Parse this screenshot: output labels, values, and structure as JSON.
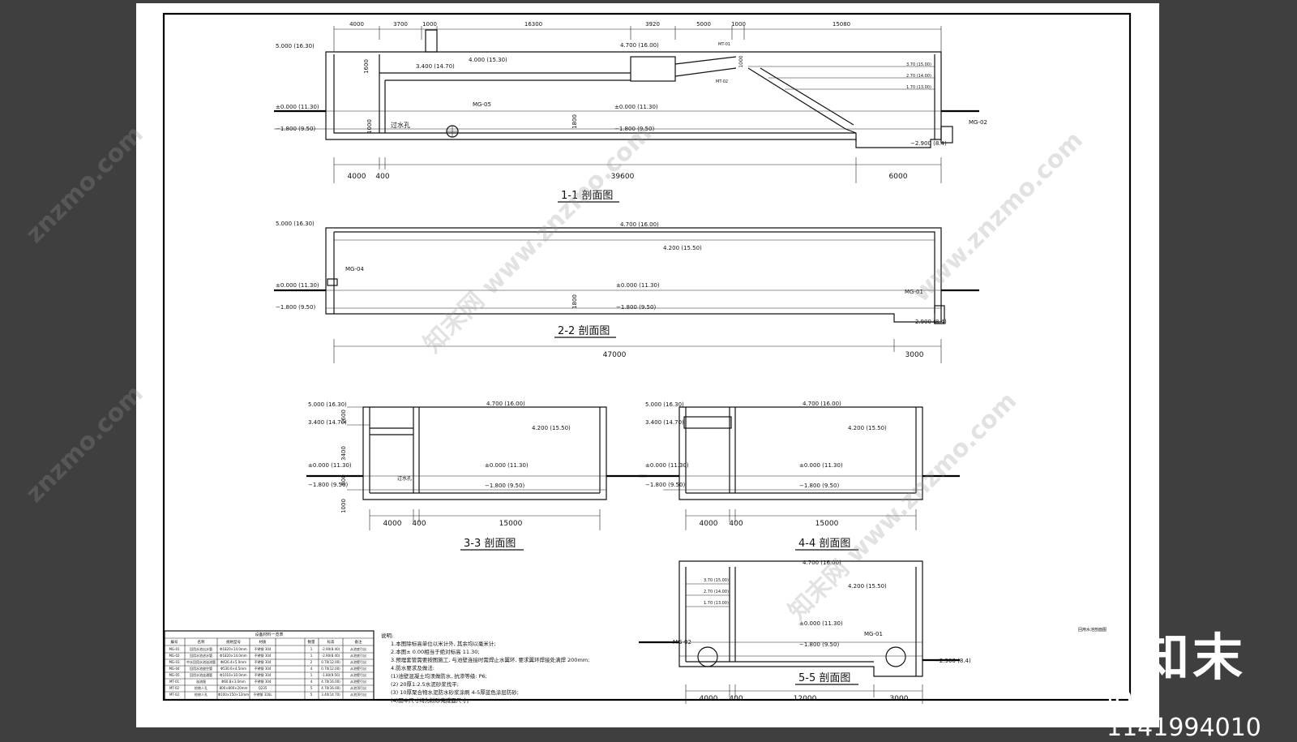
{
  "sections": {
    "s11": {
      "title": "1-1  剖面图",
      "top_dims": [
        "4000",
        "3700",
        "1000",
        "16300",
        "3920",
        "5000",
        "1000",
        "15080"
      ],
      "bottom_dims": [
        "4000",
        "400",
        "39600",
        "6000"
      ],
      "elev_left": [
        "5.000 (16.30)",
        "±0.000 (11.30)",
        "−1.800 (9.50)"
      ],
      "elev_inner": [
        "4.000 (15.30)",
        "3.400 (14.70)",
        "4.700 (16.00)",
        "±0.000 (11.30)",
        "−1.800 (9.50)",
        "−2.900 (8.4)"
      ],
      "levels_right": [
        "3.70 (15.00)",
        "2.70 (14.00)",
        "1.70 (13.00)"
      ],
      "vertical_dims": [
        "1600",
        "1000",
        "1800",
        "1000"
      ],
      "tags": [
        "MG-05",
        "MG-02",
        "MT-01",
        "MT-02"
      ],
      "hole_label": "过水孔"
    },
    "s22": {
      "title": "2-2  剖面图",
      "bottom_dims": [
        "47000",
        "3000"
      ],
      "elev_left": [
        "5.000 (16.30)",
        "±0.000 (11.30)",
        "−1.800 (9.50)"
      ],
      "elev_inner": [
        "4.700 (16.00)",
        "4.200 (15.50)",
        "±0.000 (11.30)",
        "−1.800 (9.50)",
        "−2.900 (8.4)"
      ],
      "vertical_dims": [
        "1800"
      ],
      "tags": [
        "MG-04",
        "MG-01"
      ]
    },
    "s33": {
      "title": "3-3  剖面图",
      "elev_left": [
        "5.000 (16.30)",
        "3.400 (14.70)",
        "±0.000 (11.30)",
        "−1.800 (9.50)"
      ],
      "elev_inner": [
        "4.700 (16.00)",
        "4.200 (15.50)",
        "±0.000 (11.30)",
        "−1.800 (9.50)"
      ],
      "vertical_dims": [
        "1600",
        "3400",
        "800",
        "1000"
      ],
      "bottom_dims": [
        "4000",
        "400",
        "15000"
      ],
      "hole_label": "过水孔"
    },
    "s44": {
      "title": "4-4  剖面图",
      "elev_left": [
        "5.000 (16.30)",
        "3.400 (14.70)",
        "±0.000 (11.30)",
        "−1.800 (9.50)"
      ],
      "elev_inner": [
        "4.700 (16.00)",
        "4.200 (15.50)",
        "±0.000 (11.30)",
        "−1.800 (9.50)"
      ],
      "bottom_dims": [
        "4000",
        "400",
        "15000"
      ]
    },
    "s55": {
      "title": "5-5  剖面图",
      "elev_inner": [
        "4.700 (16.00)",
        "4.200 (15.50)",
        "±0.000 (11.30)",
        "−1.800 (9.50)",
        "−2.900 (8.4)"
      ],
      "levels_left": [
        "3.70 (15.00)",
        "2.70 (14.00)",
        "1.70 (13.00)"
      ],
      "tags": [
        "MG-02",
        "MG-01"
      ],
      "bottom_dims": [
        "4000",
        "400",
        "12000",
        "3000"
      ]
    }
  },
  "drawing_name": "回用水池剖面图",
  "table": {
    "title": "设备材料一览表",
    "headers": [
      "编号",
      "名称",
      "规格型号",
      "材质",
      "数量",
      "标高",
      "备注"
    ],
    "rows": [
      [
        "MG-01",
        "回用水池出水管",
        "Φ1820×14.0mm",
        "不锈钢 304",
        "1",
        "-2.90(8.40)",
        "从池底引出"
      ],
      [
        "MG-02",
        "回用水池进水管",
        "Φ1820×14.0mm",
        "不锈钢 304",
        "1",
        "-2.90(8.40)",
        "从池底引出"
      ],
      [
        "MG-03",
        "中水回用水池溢流管",
        "Φ426.4×5.0mm",
        "不锈钢 304",
        "2",
        "0.70(12.00)",
        "从池壁引出"
      ],
      [
        "MG-04",
        "回用水池放空管",
        "Φ530.6×4.5mm",
        "不锈钢 304",
        "4",
        "0.70(12.00)",
        "从池壁引出"
      ],
      [
        "MG-05",
        "回用水池连通管",
        "Φ1016×10.0mm",
        "不锈钢 304",
        "1",
        "-1.80(9.50)",
        "从池壁引出"
      ],
      [
        "MT-01",
        "溢流堰",
        "Φ60.8×3.0mm",
        "不锈钢 304",
        "4",
        "4.70(16.00)",
        "从池壁引出"
      ],
      [
        "MT-02",
        "检修人孔",
        "800×800×20mm",
        "Q235",
        "5",
        "4.70(16.00)",
        "从池顶引出"
      ],
      [
        "MT-02",
        "检修人孔",
        "Φ100×150×12mm",
        "不锈钢 316L",
        "5",
        "3.40(14.70)",
        "从池顶引出"
      ]
    ]
  },
  "notes": {
    "heading": "说明:",
    "lines": [
      "1.本图除标高单位以米计外, 其余均以毫米计;",
      "2.本图± 0.00相当于绝对标高  11.30;",
      "3.预埋套管需要按图施工, 与池壁连接时需焊止水翼环, 要求翼环焊接处满焊     200mm;",
      "4.防水要求及做法:",
      "  (1)池壁混凝土均须做防水, 抗渗等级:       P6;",
      "  (2) 20厚1:2.5水泥砂浆找平;",
      "  (3) 10厚聚合物水泥防水砂浆涂刷    4-5厚蓝色涂层防砂;",
      "  (4)图中尺寸均为粉砂完成面尺寸。"
    ]
  },
  "watermarks": [
    "znzmo.com",
    "知末网 www.znzmo.com",
    "www.znzmo.com",
    "znzmo.com"
  ],
  "brand": {
    "logo": "知末",
    "id": "ID: 1141994010"
  }
}
